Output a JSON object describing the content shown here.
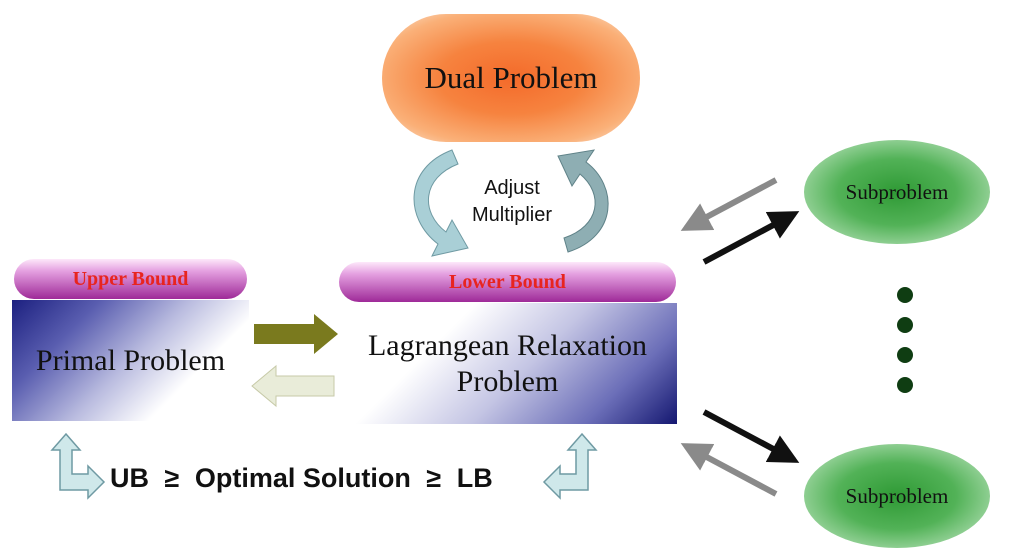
{
  "nodes": {
    "dual": "Dual Problem",
    "adjust_line1": "Adjust",
    "adjust_line2": "Multiplier",
    "upper_bound": "Upper Bound",
    "lower_bound": "Lower Bound",
    "primal": "Primal Problem",
    "lagrangean_line1": "Lagrangean Relaxation",
    "lagrangean_line2": "Problem",
    "subproblem_top": "Subproblem",
    "subproblem_bottom": "Subproblem"
  },
  "relation": {
    "ub": "UB",
    "geq1": "≥",
    "optimal": "Optimal Solution",
    "geq2": "≥",
    "lb": "LB"
  },
  "colors": {
    "forward_arrow": "#7a7a1e",
    "return_arrow": "#e9ecd9",
    "cycle_arrow": "#a9cfd6",
    "bent_arrow": "#cfe8ea",
    "send_arrow": "#111111",
    "receive_arrow": "#8a8a8a",
    "ellipsis_dots": "#0f3d12"
  }
}
